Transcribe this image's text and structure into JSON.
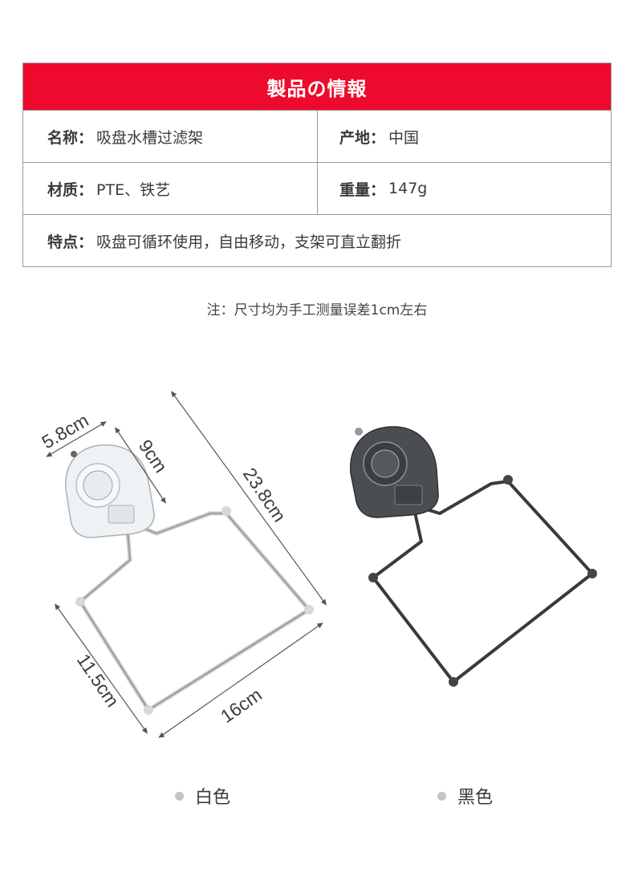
{
  "header": {
    "title": "製品の情報"
  },
  "specs": {
    "name_key": "名称：",
    "name_val": "吸盘水槽过滤架",
    "origin_key": "产地：",
    "origin_val": "中国",
    "material_key": "材质：",
    "material_val": "PTE、铁艺",
    "weight_key": "重量：",
    "weight_val": "147g",
    "feature_key": "特点：",
    "feature_val": "吸盘可循环使用，自由移动，支架可直立翻折"
  },
  "note": "注：尺寸均为手工测量误差1cm左右",
  "dimensions": {
    "width_head": "5.8cm",
    "height_head": "9cm",
    "diagonal": "23.8cm",
    "side": "11.5cm",
    "bottom": "16cm"
  },
  "variants": {
    "white": "白色",
    "black": "黑色"
  },
  "colors": {
    "header_bg": "#ee0a2c",
    "dot": "#c4c4c4"
  }
}
